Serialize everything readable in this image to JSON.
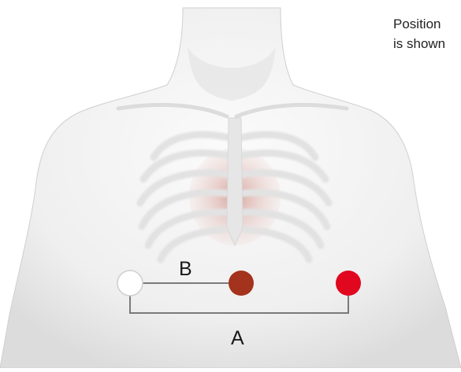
{
  "caption": {
    "line1": "Position",
    "line2": "is shown"
  },
  "labels": {
    "a": "A",
    "b": "B"
  },
  "electrodes": [
    {
      "name": "white-electrode",
      "color": "#ffffff"
    },
    {
      "name": "brown-electrode",
      "color": "#a3331c"
    },
    {
      "name": "red-electrode",
      "color": "#e0071f"
    }
  ],
  "colors": {
    "skin": "#f2f2f2",
    "bones": "#e4e4e4",
    "heart": "#d9a7a0",
    "line": "#7a7a7a"
  }
}
